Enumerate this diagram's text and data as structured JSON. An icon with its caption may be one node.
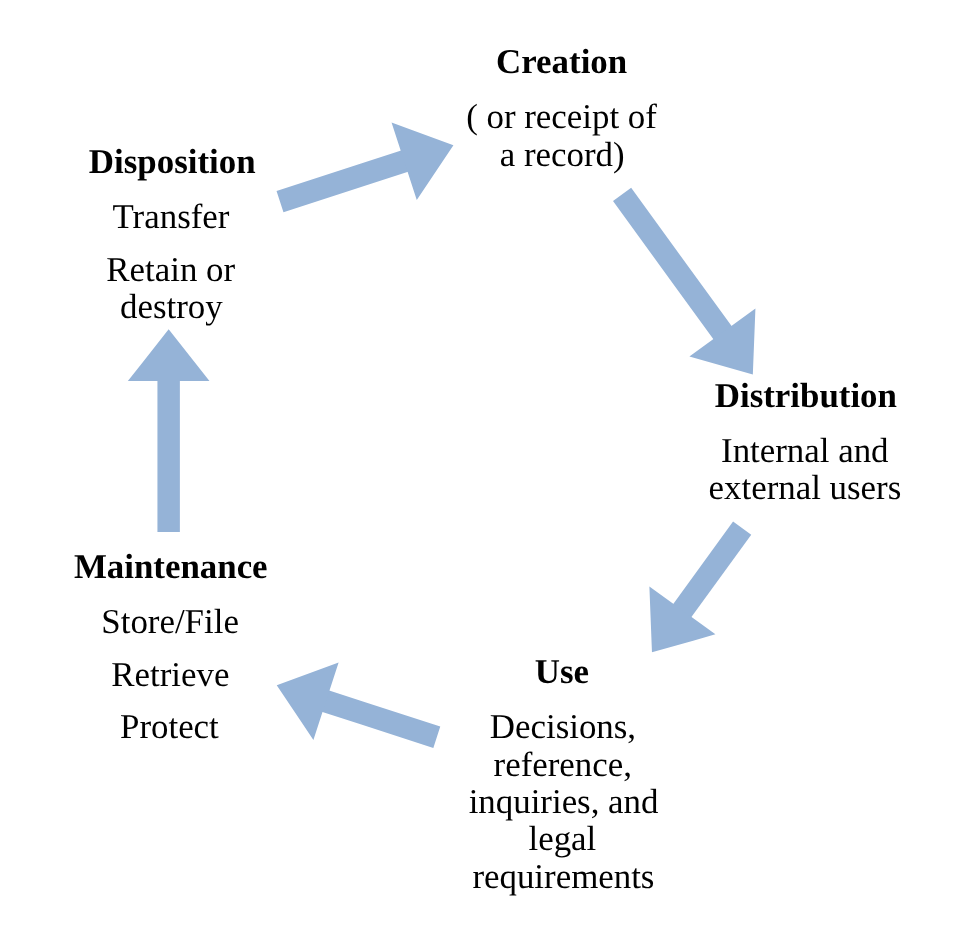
{
  "diagram": {
    "nodes": [
      {
        "text": [
          "Creation",
          "( or receipt of a record)"
        ]
      },
      {
        "text": [
          "Distribution",
          "Internal and external users"
        ]
      },
      {
        "text": [
          "Use",
          "Decisions, reference, inquiries, and legal requirements"
        ]
      },
      {
        "text": [
          "Maintenance",
          "Store/File",
          "Retrieve",
          "Protect"
        ]
      },
      {
        "text": [
          "Disposition",
          "Transfer",
          "Retain or destroy"
        ]
      }
    ],
    "edges": [
      {
        "from": 4,
        "to": 0,
        "arrow": "to"
      },
      {
        "from": 0,
        "to": 1,
        "arrow": "to"
      },
      {
        "from": 1,
        "to": 2,
        "arrow": "to"
      },
      {
        "from": 2,
        "to": 3,
        "arrow": "to"
      },
      {
        "from": 3,
        "to": 4,
        "arrow": "to"
      }
    ]
  }
}
